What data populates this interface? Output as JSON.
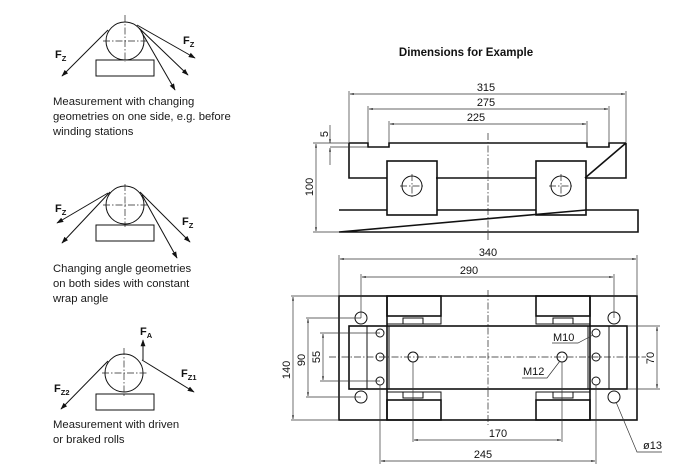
{
  "diagrams": [
    {
      "id": "one-side",
      "force_labels": [
        {
          "main": "F",
          "sub": "Z"
        },
        {
          "main": "F",
          "sub": "Z"
        }
      ],
      "caption": [
        "Measurement with changing",
        "geometries on one side, e.g. before",
        "winding stations"
      ]
    },
    {
      "id": "both-sides",
      "force_labels": [
        {
          "main": "F",
          "sub": "Z"
        },
        {
          "main": "F",
          "sub": "Z"
        }
      ],
      "caption": [
        "Changing angle geometries",
        "on both sides with constant",
        "wrap angle"
      ]
    },
    {
      "id": "driven-braked",
      "force_labels": [
        {
          "main": "F",
          "sub": "A"
        },
        {
          "main": "F",
          "sub": "Z2"
        },
        {
          "main": "F",
          "sub": "Z1"
        }
      ],
      "caption": [
        "Measurement with driven",
        "or braked rolls"
      ]
    }
  ],
  "drawing": {
    "title": "Dimensions for Example",
    "front_view": {
      "dimensions": {
        "overall_width": "315",
        "middle_width": "275",
        "inner_width": "225",
        "step_height": "5",
        "height": "100"
      }
    },
    "top_view": {
      "dimensions": {
        "overall_width": "340",
        "hole_spacing_x": "290",
        "overall_height": "140",
        "hole_spacing_y": "90",
        "inner_spacing": "55",
        "plate_height": "70",
        "m12_spacing": "170",
        "m10_spacing": "245"
      },
      "callouts": {
        "m10": "M10",
        "m12": "M12",
        "hole_dia": "ø13"
      }
    }
  }
}
